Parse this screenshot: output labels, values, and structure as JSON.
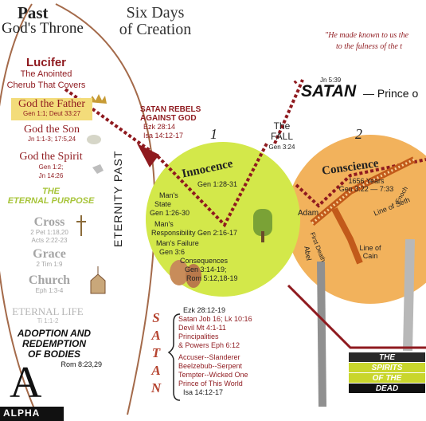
{
  "past": {
    "title": "Past",
    "subtitle": "God's Throne"
  },
  "six_days": {
    "line1": "Six Days",
    "line2": "of Creation"
  },
  "quote": {
    "line1": "\"He made known to us the",
    "line2": "to the fulness of the t"
  },
  "lucifer": {
    "name": "Lucifer",
    "line1": "The Anointed",
    "line2": "Cherub That Covers"
  },
  "trinity": [
    {
      "name": "God the Father",
      "ref": "Gen 1:1; Deut 33:27"
    },
    {
      "name": "God the Son",
      "ref": "Jn 1:1-3; 17:5,24"
    },
    {
      "name": "God the Spirit",
      "ref1": "Gen 1:2;",
      "ref2": "Jn 14:26"
    }
  ],
  "eternal_purpose": {
    "line1": "THE",
    "line2": "ETERNAL PURPOSE"
  },
  "purpose_items": [
    {
      "name": "Cross",
      "ref1": "2 Pet 1:18,20",
      "ref2": "Acts 2:22-23"
    },
    {
      "name": "Grace",
      "ref1": "2 Tim 1:9"
    },
    {
      "name": "Church",
      "ref1": "Eph 1:3-4"
    },
    {
      "name": "ETERNAL LIFE",
      "ref1": "Ti 1:1-2"
    }
  ],
  "adoption": {
    "line1": "ADOPTION AND",
    "line2": "REDEMPTION",
    "line3": "OF BODIES",
    "ref": "Rom 8:23,29"
  },
  "alpha": {
    "letter": "A",
    "word": "ALPHA"
  },
  "eternity_past": "ETERNITY PAST",
  "satan_rebels": {
    "line1": "SATAN REBELS",
    "line2": "AGAINST GOD",
    "ref1": "Ezk 28:14",
    "ref2": "Isa 14:12-17"
  },
  "innocence": {
    "number": "1",
    "title": "Innocence",
    "ref": "Gen 1:28-31",
    "mans_state": [
      "Man's",
      "State",
      "Gen 1:26-30"
    ],
    "responsibility": [
      "Man's",
      "Responsibility Gen 2:16-17"
    ],
    "failure": [
      "Man's Failure",
      "Gen 3:6"
    ],
    "consequences": [
      "Consequences",
      "Gen 3:14-19;",
      "Rom 5:12,18-19"
    ]
  },
  "fall": {
    "line1": "The",
    "line2": "FALL",
    "ref": "Gen 3:24"
  },
  "satan_prince": {
    "ref": "Jn 5:39",
    "name": "SATAN",
    "rest": "— Prince o"
  },
  "conscience": {
    "number": "2",
    "title": "Conscience",
    "years": "1656 Years",
    "ref": "Gen 3:22 — 7:33",
    "adam": "Adam",
    "enoch": "Enoch",
    "seth": "Line of Seth",
    "first_death": "First Death",
    "abel": "Abel",
    "cain1": "Line of",
    "cain2": "Cain"
  },
  "satan_vertical": [
    "S",
    "A",
    "T",
    "A",
    "N"
  ],
  "satan_refs": [
    "Ezk 28:12-19",
    "Satan Job 16; Lk 10:16",
    "Devil Mt 4:1-11",
    "Principalities",
    "& Powers Eph 6:12",
    "Accuser--Slanderer",
    "Beelzebub--Serpent",
    "Tempter--Wicked One",
    "Prince of This World",
    "Isa 14:12-17"
  ],
  "spirits": {
    "line1": "THE",
    "line2": "SPIRITS",
    "line3": "OF THE",
    "line4": "DEAD"
  },
  "colors": {
    "maroon": "#8f1a1f",
    "gold": "#b07d14",
    "innocence_green": "#d3e84a",
    "conscience_orange": "#f2b25c",
    "ellipse": "#a46a4a",
    "purpose_green": "#a7c439",
    "gray_text": "#a5a5a5"
  }
}
